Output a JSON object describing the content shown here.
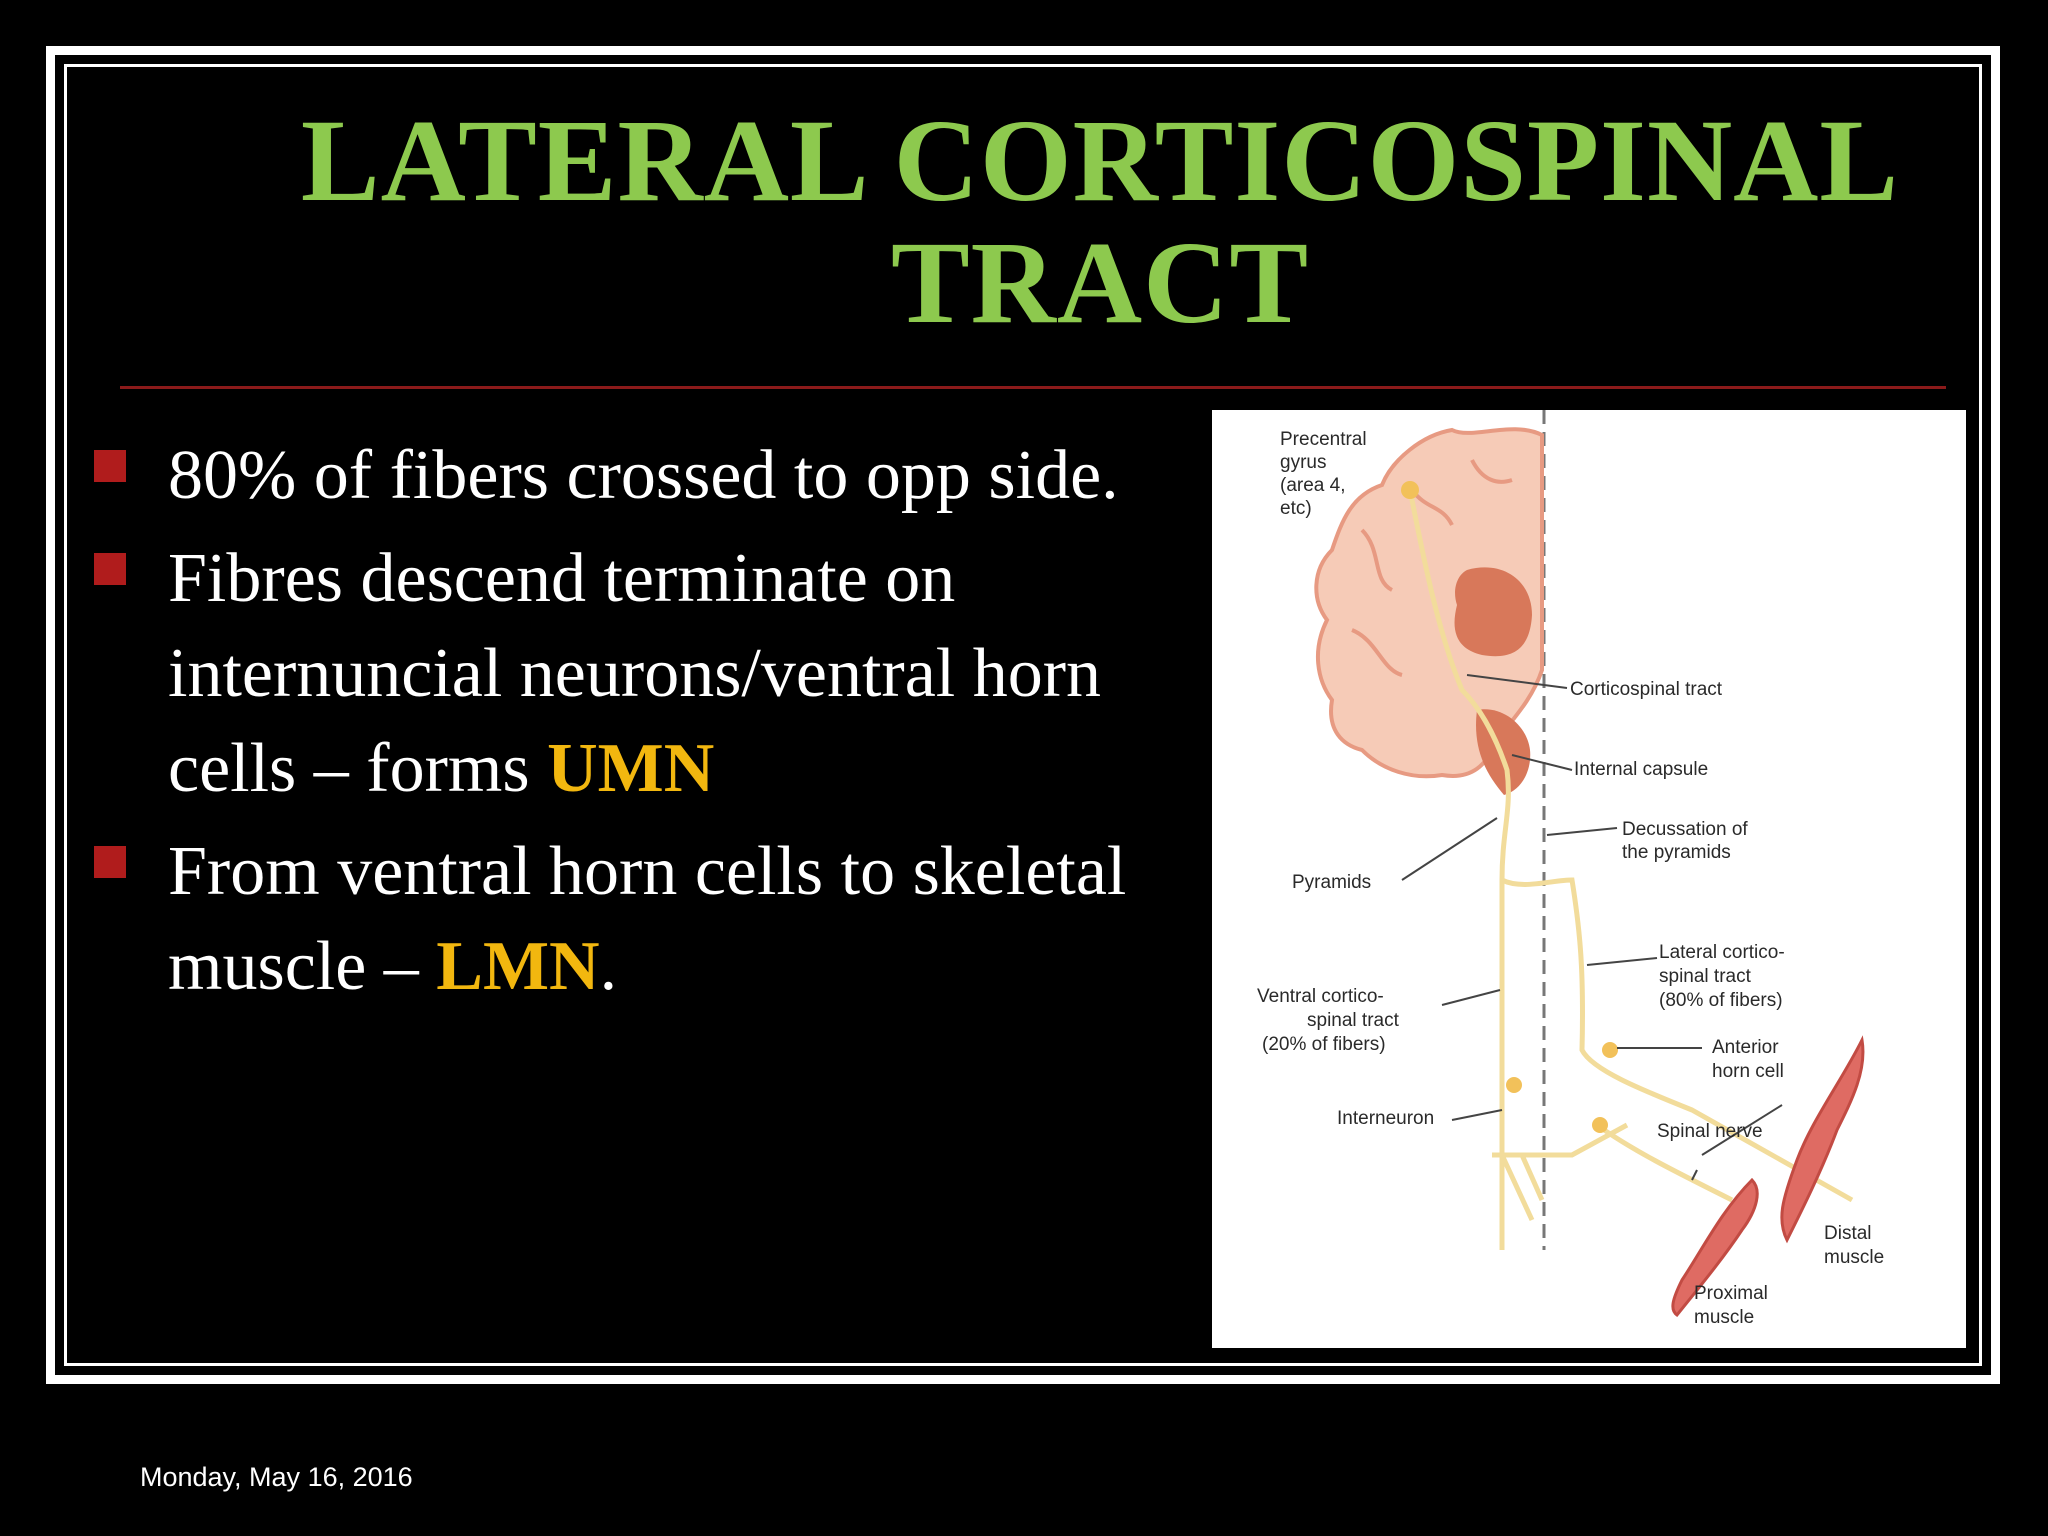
{
  "slide": {
    "title_line1": "LATERAL CORTICOSPINAL",
    "title_line2": "TRACT",
    "bullets": [
      {
        "text": "80% of fibers crossed to opp side.",
        "highlight": "",
        "suffix": ""
      },
      {
        "text": "Fibres descend terminate on internuncial neurons/ventral horn cells – forms ",
        "highlight": "UMN",
        "suffix": ""
      },
      {
        "text": "From ventral horn cells to skeletal muscle – ",
        "highlight": "LMN",
        "suffix": "."
      }
    ],
    "date": "Monday, May 16, 2016"
  },
  "diagram": {
    "labels": {
      "precentral_1": "Precentral",
      "precentral_2": "gyrus",
      "precentral_3": "(area 4,",
      "precentral_4": "etc)",
      "corticospinal": "Corticospinal tract",
      "internal_capsule": "Internal capsule",
      "decussation_1": "Decussation of",
      "decussation_2": "the pyramids",
      "pyramids": "Pyramids",
      "lateral_1": "Lateral cortico-",
      "lateral_2": "spinal tract",
      "lateral_3": "(80% of fibers)",
      "ventral_1": "Ventral cortico-",
      "ventral_2": "spinal tract",
      "ventral_3": "(20% of fibers)",
      "anterior_1": "Anterior",
      "anterior_2": "horn cell",
      "interneuron": "Interneuron",
      "spinal_nerve": "Spinal nerve",
      "distal_1": "Distal",
      "distal_2": "muscle",
      "proximal_1": "Proximal",
      "proximal_2": "muscle"
    }
  },
  "colors": {
    "background": "#000000",
    "title": "#8dc94e",
    "highlight": "#f2b70f",
    "bullet_marker": "#b01c1c",
    "rule": "#8b1a1a"
  }
}
